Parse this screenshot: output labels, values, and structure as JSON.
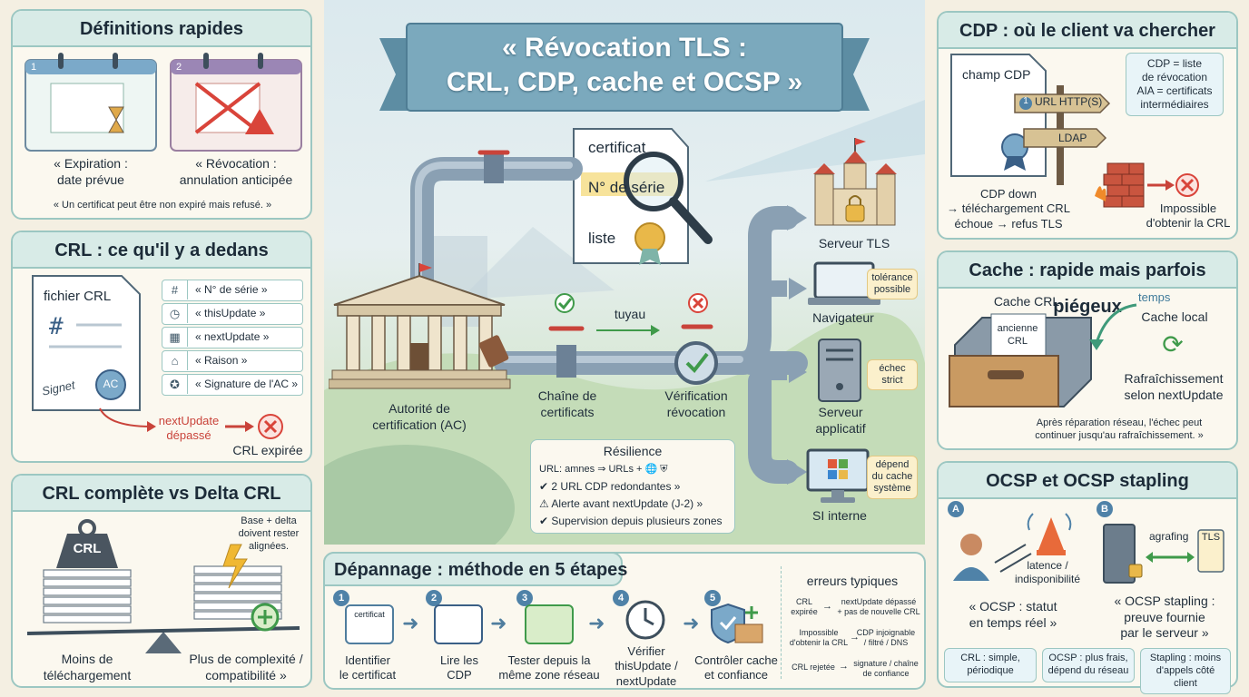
{
  "title": {
    "line1": "« Révocation TLS :",
    "line2": "CRL, CDP, cache et OCSP »"
  },
  "definitions": {
    "title": "Définitions rapides",
    "card1_num": "1",
    "card2_num": "2",
    "expiration": "« Expiration :\ndate prévue",
    "revocation": "« Révocation :\nannulation anticipée",
    "quote": "« Un certificat peut être non expiré mais refusé. »"
  },
  "crl_content": {
    "title": "CRL : ce qu'il y a dedans",
    "file_label": "fichier CRL",
    "seal_label": "AC",
    "signature": "Signet",
    "fields": [
      {
        "icon": "#",
        "label": "« N° de série »"
      },
      {
        "icon": "◷",
        "label": "« thisUpdate »"
      },
      {
        "icon": "▦",
        "label": "« nextUpdate »"
      },
      {
        "icon": "⌂",
        "label": "« Raison »"
      },
      {
        "icon": "✪",
        "label": "« Signature de l'AC »"
      }
    ],
    "next_update_expired": "nextUpdate\ndépassé",
    "crl_expired": "CRL expirée"
  },
  "crl_delta": {
    "title": "CRL complète vs Delta CRL",
    "weight_label": "CRL",
    "note": "Base + delta\ndoivent rester\nalignées.",
    "left_caption": "Moins de\ntéléchargement",
    "right_caption": "Plus de complexité /\ncompatibilité »"
  },
  "center": {
    "certificate_label": "certificat",
    "serial_label": "N° de série",
    "list_label": "liste",
    "ca_label": "Autorité de\ncertification (AC)",
    "chain_label": "Chaîne de\ncertificats",
    "pipe_label": "tuyau",
    "revocation_check": "Vérification\nrévocation",
    "tls_server": "Serveur TLS",
    "browser": "Navigateur",
    "browser_note": "tolérance\npossible",
    "app_server": "Serveur\napplicatif",
    "app_note": "échec\nstrict",
    "internal": "SI interne",
    "internal_note": "dépend\ndu cache\nsystème",
    "resilience": {
      "title": "Résilience",
      "items": [
        "URL: amnes ⇒ URLs + 🌐 ⛨",
        "✔ 2 URL CDP redondantes »",
        "⚠ Alerte avant nextUpdate (J-2) »",
        "✔ Supervision depuis plusieurs zones"
      ]
    }
  },
  "troubleshooting": {
    "title": "Dépannage : méthode en 5 étapes",
    "steps": [
      {
        "num": "1",
        "icon_label": "certificat",
        "label": "Identifier\nle certificat"
      },
      {
        "num": "2",
        "icon_label": "",
        "label": "Lire les\nCDP"
      },
      {
        "num": "3",
        "icon_label": "",
        "label": "Tester depuis la\nmême zone réseau"
      },
      {
        "num": "4",
        "icon_label": "",
        "label": "Vérifier\nthisUpdate /\nnextUpdate"
      },
      {
        "num": "5",
        "icon_label": "",
        "label": "Contrôler cache\net confiance"
      }
    ],
    "errors_title": "erreurs typiques",
    "errors": [
      {
        "cause": "CRL\nexpirée",
        "effect": "nextUpdate dépassé\n+ pas de nouvelle CRL"
      },
      {
        "cause": "Impossible\nd'obtenir la CRL",
        "effect": "CDP injoignable\n/ filtré / DNS"
      },
      {
        "cause": "CRL rejetée",
        "effect": "signature / chaîne\nde confiance"
      }
    ]
  },
  "cdp": {
    "title": "CDP : où le client va chercher",
    "field_label": "champ CDP",
    "sign_http": "URL HTTP(S)",
    "sign_http_num": "1",
    "sign_ldap": "LDAP",
    "info": "CDP = liste\nde révocation\nAIA = certificats\nintermédiaires",
    "down": "CDP down\n→ téléchargement CRL\néchoue → refus TLS",
    "impossible": "Impossible\nd'obtenir la CRL"
  },
  "cache": {
    "title": "Cache : rapide mais parfois piégeux",
    "crl_cache": "Cache CRL",
    "old_crl": "ancienne\nCRL",
    "time": "temps",
    "local_cache": "Cache local",
    "refresh": "Rafraîchissement\nselon nextUpdate",
    "note": "Après réparation réseau, l'échec peut\ncontinuer jusqu'au rafraîchissement. »"
  },
  "ocsp": {
    "title": "OCSP et OCSP stapling",
    "a": "A",
    "b": "B",
    "latency": "latence /\nindisponibilité",
    "ocsp_quote": "« OCSP : statut\nen temps réel »",
    "stapling_label": "agrafing",
    "tls_badge": "TLS",
    "stapling_quote": "« OCSP stapling :\npreuve fournie\npar le serveur »",
    "compare": [
      "CRL : simple,\npériodique",
      "OCSP : plus frais,\ndépend du réseau",
      "Stapling : moins\nd'appels côté client"
    ]
  },
  "colors": {
    "accent": "#4f82a8",
    "panel_border": "#9cc7c2",
    "ok": "#3f9a4a",
    "error": "#d9443a",
    "banner": "#7ba9bd"
  }
}
